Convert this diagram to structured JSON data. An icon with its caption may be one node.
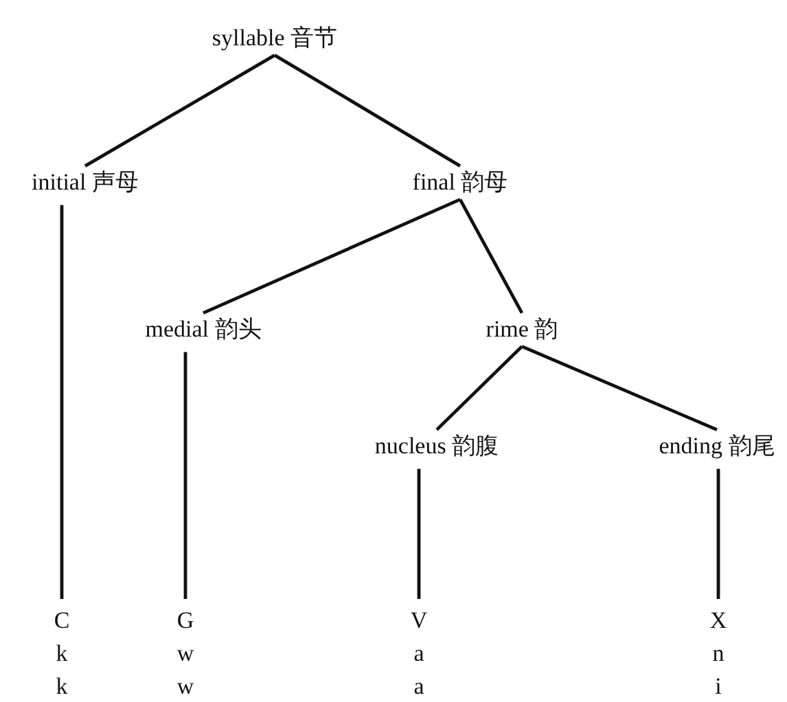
{
  "diagram": {
    "nodes": [
      {
        "text": [
          "syllable 音节"
        ]
      },
      {
        "text": [
          "initial 声母"
        ]
      },
      {
        "text": [
          "final 韵母"
        ]
      },
      {
        "text": [
          "medial 韵头"
        ]
      },
      {
        "text": [
          "rime 韵"
        ]
      },
      {
        "text": [
          "nucleus 韵腹"
        ]
      },
      {
        "text": [
          "ending 韵尾"
        ]
      },
      {
        "text": [
          "C",
          "k",
          "k"
        ]
      },
      {
        "text": [
          "G",
          "w",
          "w"
        ]
      },
      {
        "text": [
          "V",
          "a",
          "a"
        ]
      },
      {
        "text": [
          "X",
          "n",
          "i"
        ]
      }
    ],
    "edges": [
      {
        "from": 0,
        "to": 1,
        "arrow": "none"
      },
      {
        "from": 0,
        "to": 2,
        "arrow": "none"
      },
      {
        "from": 1,
        "to": 7,
        "arrow": "none"
      },
      {
        "from": 2,
        "to": 3,
        "arrow": "none"
      },
      {
        "from": 2,
        "to": 4,
        "arrow": "none"
      },
      {
        "from": 3,
        "to": 8,
        "arrow": "none"
      },
      {
        "from": 4,
        "to": 5,
        "arrow": "none"
      },
      {
        "from": 4,
        "to": 6,
        "arrow": "none"
      },
      {
        "from": 5,
        "to": 9,
        "arrow": "none"
      },
      {
        "from": 6,
        "to": 10,
        "arrow": "none"
      }
    ]
  }
}
